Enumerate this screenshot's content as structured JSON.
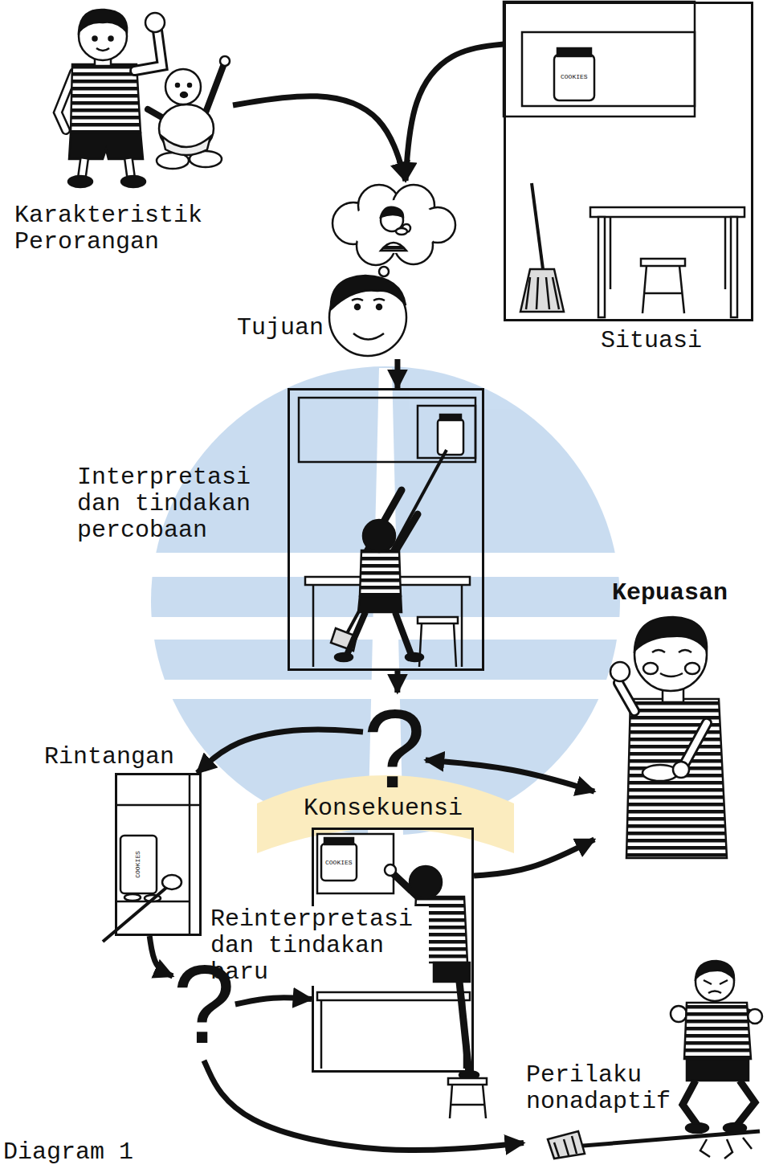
{
  "diagram": {
    "nodes": [
      {
        "text": [
          "Karakteristik Perorangan"
        ]
      },
      {
        "text": [
          "Situasi"
        ]
      },
      {
        "text": [
          "Tujuan"
        ]
      },
      {
        "text": [
          "Interpretasi dan tindakan percobaan"
        ]
      },
      {
        "text": [
          "?"
        ]
      },
      {
        "text": [
          "Rintangan"
        ]
      },
      {
        "text": [
          "Kepuasan"
        ]
      },
      {
        "text": [
          "Reinterpretasi dan tindakan baru"
        ]
      },
      {
        "text": [
          "?"
        ]
      },
      {
        "text": [
          "Perilaku nonadaptif"
        ]
      }
    ],
    "edges": [
      {
        "from": 0,
        "to": 2,
        "arrow": "to"
      },
      {
        "from": 1,
        "to": 2,
        "arrow": "to"
      },
      {
        "from": 2,
        "to": 3,
        "arrow": "to"
      },
      {
        "from": 3,
        "to": 4,
        "arrow": "to"
      },
      {
        "from": 4,
        "to": 5,
        "arrow": "to"
      },
      {
        "from": 4,
        "to": 6,
        "label": "Konsekuensi",
        "arrow": "both"
      },
      {
        "from": 5,
        "to": 8,
        "arrow": "to"
      },
      {
        "from": 8,
        "to": 7,
        "arrow": "to"
      },
      {
        "from": 8,
        "to": 9,
        "arrow": "to"
      },
      {
        "from": 7,
        "to": 6,
        "arrow": "to"
      }
    ],
    "labels": [
      "COOKIES",
      "COOKIES",
      "COOKIES",
      "Diagram 1"
    ]
  }
}
